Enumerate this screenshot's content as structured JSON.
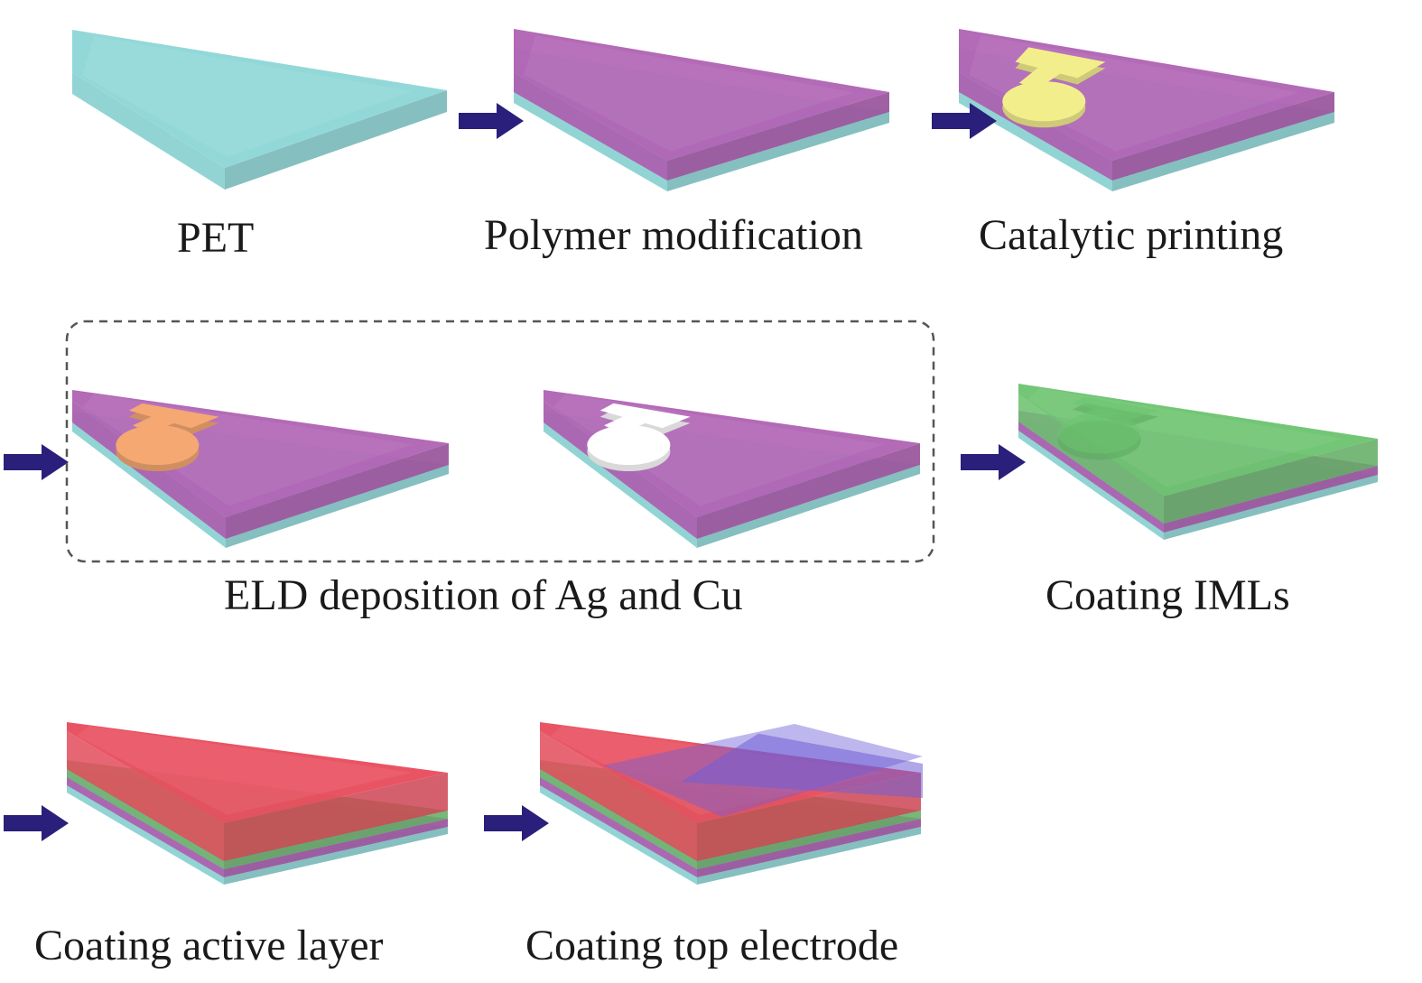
{
  "labels": {
    "pet": "PET",
    "polymer": "Polymer modification",
    "catalytic": "Catalytic printing",
    "eld": "ELD deposition of Ag and Cu",
    "imls": "Coating IMLs",
    "active": "Coating active layer",
    "top_electrode": "Coating top electrode"
  },
  "steps": [
    {
      "id": "pet",
      "layers": [
        "pet"
      ],
      "pattern": null
    },
    {
      "id": "polymer",
      "layers": [
        "pet",
        "polymer"
      ],
      "pattern": null
    },
    {
      "id": "catalytic",
      "layers": [
        "pet",
        "polymer"
      ],
      "pattern": "catalyst"
    },
    {
      "id": "eld-ag",
      "layers": [
        "pet",
        "polymer"
      ],
      "pattern": "ag"
    },
    {
      "id": "eld-cu",
      "layers": [
        "pet",
        "polymer"
      ],
      "pattern": "cu"
    },
    {
      "id": "imls",
      "layers": [
        "pet",
        "polymer",
        "iml"
      ],
      "pattern": "ghost"
    },
    {
      "id": "active",
      "layers": [
        "pet",
        "polymer",
        "iml",
        "active"
      ],
      "pattern": null
    },
    {
      "id": "top-electrode",
      "layers": [
        "pet",
        "polymer",
        "iml",
        "active"
      ],
      "pattern": "top-electrode"
    }
  ],
  "colors": {
    "pet": "#8fd6d6",
    "polymer": "#b064b4",
    "catalyst": "#f3ee8c",
    "ag": "#f5a872",
    "cu": "#ffffff",
    "iml": "#6cc46f",
    "active": "#e84d5e",
    "top_electrode": "#6f5fd6",
    "arrow": "#2a1f7a",
    "dashed_box": "#555555"
  }
}
